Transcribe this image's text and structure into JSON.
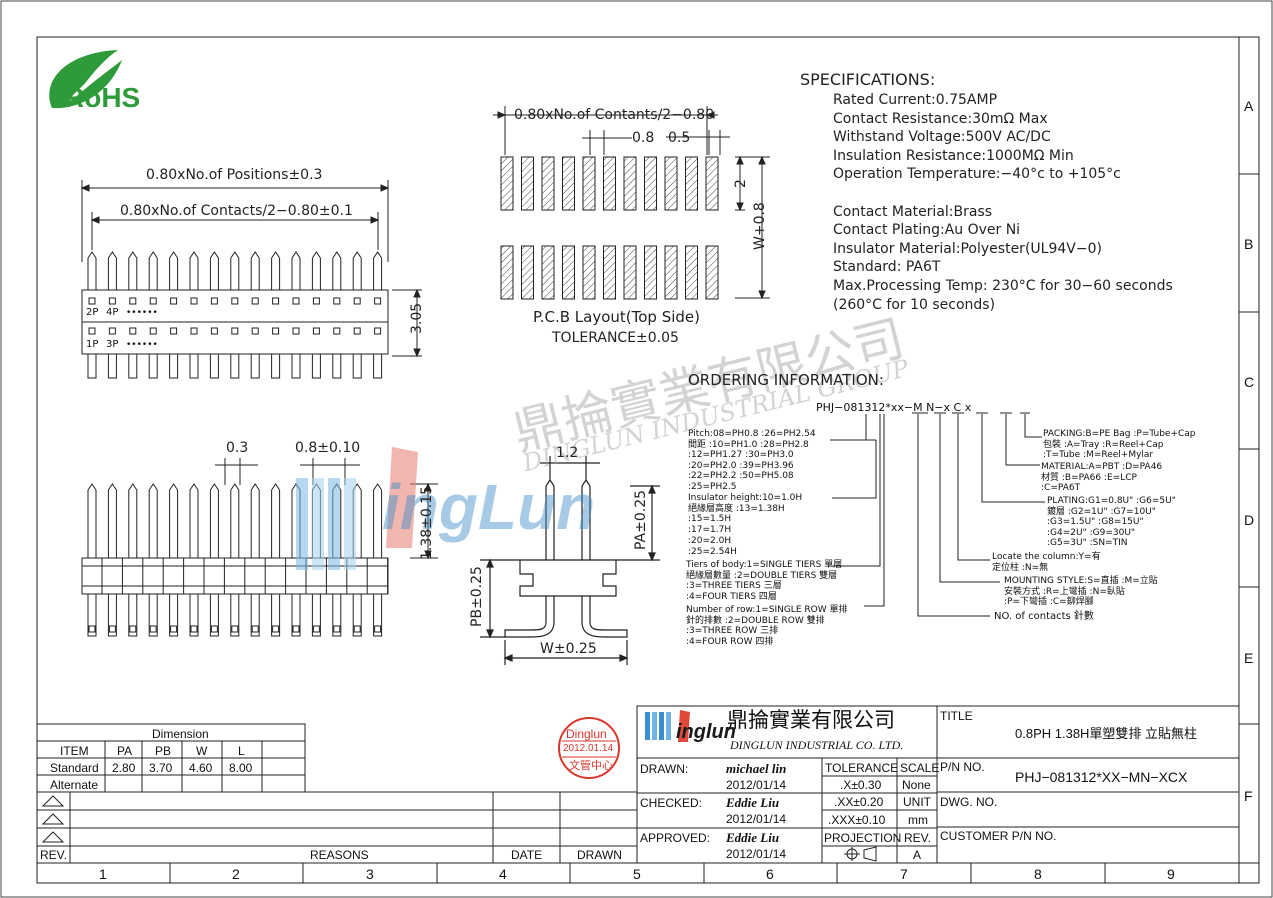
{
  "logo": {
    "rohs_text": "RoHS",
    "rohs_color": "#2e9a3a"
  },
  "company": {
    "name_cn": "鼎掄實業有限公司",
    "name_en": "DINGLUN INDUSTRIAL CO. LTD.",
    "logo_text": "inglun",
    "watermark_cn": "鼎掄實業有限公司",
    "watermark_en": "DINGLUN INDUSTRIAL GROUP",
    "watermark_latin": "ingLun"
  },
  "stamp": {
    "top": "Dinglun",
    "date": "2012.01.14",
    "bottom": "文管中心",
    "color": "#d9362b"
  },
  "specifications": {
    "heading": "SPECIFICATIONS:",
    "lines": [
      "Rated  Current:0.75AMP",
      "Contact  Resistance:30mΩ  Max",
      "Withstand  Voltage:500V  AC/DC",
      "Insulation  Resistance:1000MΩ  Min",
      "Operation  Temperature:−40°c  to  +105°c",
      "",
      "Contact  Material:Brass",
      "Contact  Plating:Au  Over  Ni",
      "Insulator  Material:Polyester(UL94V−0)",
      "Standard:                  PA6T",
      "Max.Processing  Temp:  230°C  for  30−60  seconds",
      "                                   (260°C  for  10  seconds)"
    ]
  },
  "ordering": {
    "heading": "ORDERING  INFORMATION:",
    "code": "PHJ−081312*xx−M N−x  C  x",
    "pitch": [
      "Pitch:08=PH0.8  :26=PH2.54",
      "間距  :10=PH1.0  :28=PH2.8",
      "        :12=PH1.27 :30=PH3.0",
      "        :20=PH2.0  :39=PH3.96",
      "        :22=PH2.2  :50=PH5.08",
      "        :25=PH2.5"
    ],
    "height": [
      "Insulator  height:10=1.0H",
      "絕緣層高度          :13=1.38H",
      "                          :15=1.5H",
      "                          :17=1.7H",
      "                          :20=2.0H",
      "                          :25=2.54H"
    ],
    "tiers": [
      "Tiers  of  body:1=SINGLE  TIERS  單層",
      "絕緣層數量        :2=DOUBLE  TIERS 雙層",
      "                      :3=THREE  TIERS  三層",
      "                      :4=FOUR  TIERS    四層"
    ],
    "rows": [
      "Number  of  row:1=SINGLE  ROW   單排",
      "針的排數          :2=DOUBLE  ROW 雙排",
      "                      :3=THREE  ROW   三排",
      "                      :4=FOUR  ROW     四排"
    ],
    "packing": [
      "PACKING:B=PE  Bag  :P=Tube+Cap",
      "包裝          :A=Tray       :R=Reel+Cap",
      "                :T=Tube       :M=Reel+Mylar"
    ],
    "material": [
      "MATERIAL:A=PBT   :D=PA46",
      "材質          :B=PA66  :E=LCP",
      "                 :C=PA6T"
    ],
    "plating": [
      "PLATING:G1=0.8U\"  :G6=5U\"",
      "鍍層        :G2=1U\"     :G7=10U\"",
      "               :G3=1.5U\"  :G8=15U\"",
      "               :G4=2U\"     :G9=30U\"",
      "               :G5=3U\"     :SN=TIN"
    ],
    "locate": [
      "Locate  the  column:Y=有",
      "定位柱                     :N=無"
    ],
    "mounting": [
      "MOUNTING  STYLE:S=直插   :M=立貼",
      "安裝方式              :R=上彎插  :N=臥貼",
      "                         :P=下彎插  :C=鉚焊腳"
    ],
    "contacts": "NO.  of  contacts  針數"
  },
  "drawings": {
    "top_dim1": "0.80xNo.of  Positions±0.3",
    "top_dim2": "0.80xNo.of  Contacts/2−0.80±0.1",
    "pin_2p": "2P",
    "pin_4p": "4P",
    "pin_1p": "1P",
    "pin_3p": "3P",
    "dots": "••••••",
    "height_305": "3.05",
    "pcb_dim1": "0.80xNo.of  Contants/2−0.80",
    "pcb_08": "0.8",
    "pcb_05": "0.5",
    "pcb_2": "2",
    "pcb_w": "W+0.8",
    "pcb_title": "P.C.B  Layout(Top  Side)",
    "pcb_tol": "TOLERANCE±0.05",
    "side_03": "0.3",
    "side_08": "0.8±0.10",
    "side_138": "1.38±0.15",
    "prof_12": "1.2",
    "prof_pa": "PA±0.25",
    "prof_pb": "PB±0.25",
    "prof_w": "W±0.25"
  },
  "dimension_table": {
    "title": "Dimension",
    "headers": [
      "ITEM",
      "PA",
      "PB",
      "W",
      "L"
    ],
    "rows": [
      [
        "Standard",
        "2.80",
        "3.70",
        "4.60",
        "8.00"
      ],
      [
        "Alternate",
        "",
        "",
        "",
        ""
      ]
    ]
  },
  "revision": {
    "rev": "REV.",
    "reasons": "REASONS",
    "date": "DATE",
    "drawn": "DRAWN"
  },
  "title_block": {
    "drawn_label": "DRAWN:",
    "drawn_name": "michael lin",
    "drawn_date": "2012/01/14",
    "checked_label": "CHECKED:",
    "checked_name": "Eddie Liu",
    "checked_date": "2012/01/14",
    "approved_label": "APPROVED:",
    "approved_name": "Eddie Liu",
    "approved_date": "2012/01/14",
    "tolerance": "TOLERANCE",
    "tol1": ".X±0.30",
    "tol2": ".XX±0.20",
    "tol3": ".XXX±0.10",
    "projection": "PROJECTION",
    "scale": "SCALE",
    "scale_val": "None",
    "unit": "UNIT",
    "unit_val": "mm",
    "rev": "REV.",
    "rev_val": "A",
    "title_label": "TITLE",
    "title_val": "0.8PH  1.38H單塑雙排  立貼無柱",
    "pn_label": "P/N  NO.",
    "pn_val": "PHJ−081312*XX−MN−XCX",
    "dwg_label": "DWG.  NO.",
    "customer_label": "CUSTOMER  P/N  NO."
  },
  "border": {
    "columns": [
      "1",
      "2",
      "3",
      "4",
      "5",
      "6",
      "7",
      "8",
      "9"
    ],
    "rows": [
      "A",
      "B",
      "C",
      "D",
      "E",
      "F"
    ]
  }
}
